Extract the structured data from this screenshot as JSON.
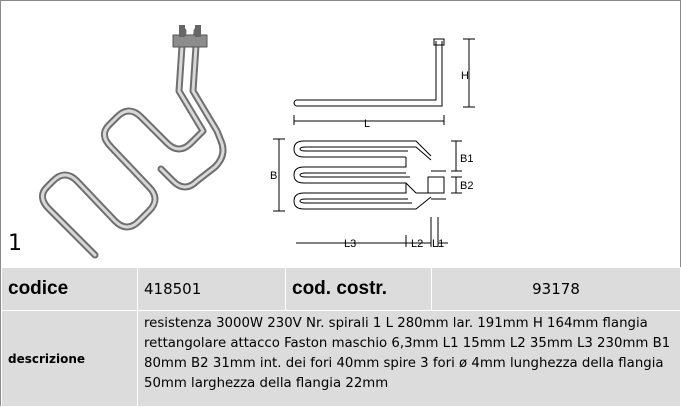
{
  "image": {
    "number": "1",
    "drawing_labels": {
      "h": "H",
      "l": "L",
      "b": "B",
      "b1": "B1",
      "b2": "B2",
      "l1": "L1",
      "l2": "L2",
      "l3": "L3"
    }
  },
  "table": {
    "code_label": "codice",
    "code_value": "418501",
    "manufacturer_code_label": "cod. costr.",
    "manufacturer_code_value": "93178",
    "description_label": "descrizione",
    "description_text": "resistenza  3000W 230V Nr. spirali 1 L 280mm lar. 191mm H 164mm flangia rettangolare attacco Faston maschio 6,3mm L1 15mm L2 35mm L3 230mm B1 80mm B2 31mm int. dei fori 40mm spire 3 fori ø 4mm lunghezza della flangia 50mm larghezza della flangia 22mm"
  }
}
